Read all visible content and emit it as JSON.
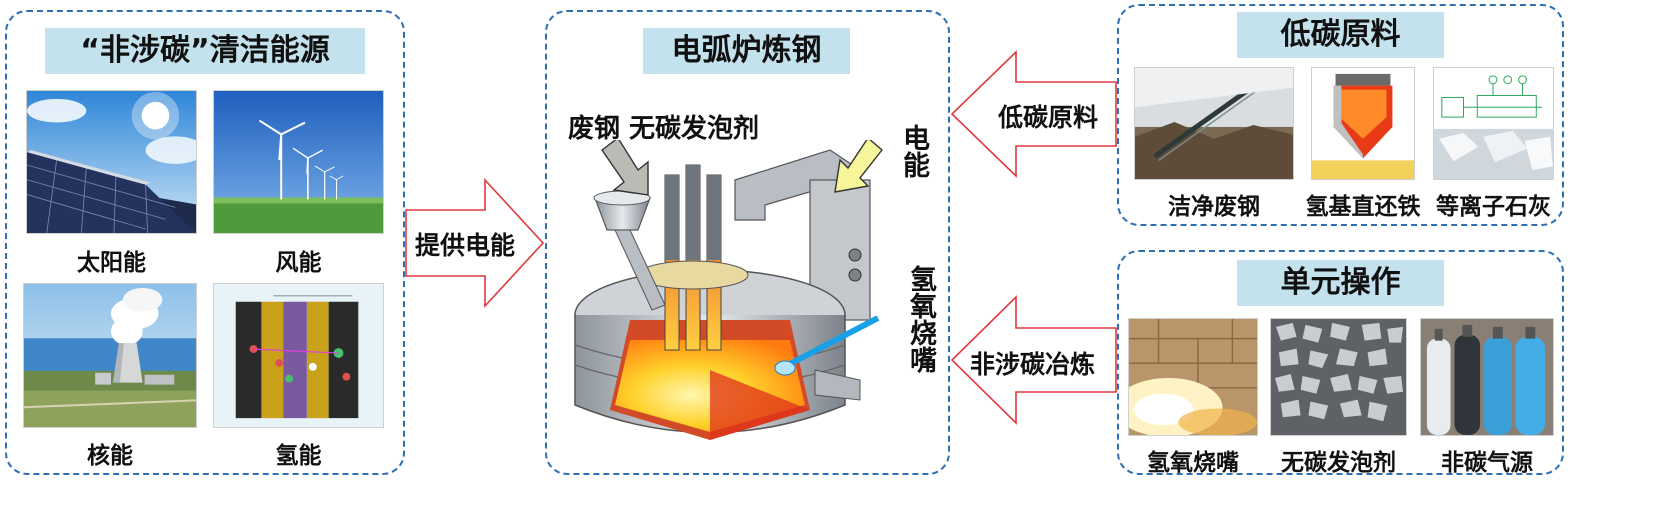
{
  "left_panel": {
    "title": "“非涉碳”清洁能源",
    "items": [
      {
        "label": "太阳能",
        "icon": "solar-panel-icon"
      },
      {
        "label": "风能",
        "icon": "wind-turbine-icon"
      },
      {
        "label": "核能",
        "icon": "nuclear-plant-icon"
      },
      {
        "label": "氢能",
        "icon": "hydrogen-cell-icon"
      }
    ]
  },
  "arrow_left": {
    "label": "提供电能"
  },
  "center_panel": {
    "title": "电弧炉炼钢",
    "input_label": "废钢 无碳发泡剂",
    "power_label": "电能",
    "burner_label": "氢氧烧嘴"
  },
  "arrow_top_right": {
    "label": "低碳原料"
  },
  "arrow_bottom_right": {
    "label": "非涉碳冶炼"
  },
  "right_top_panel": {
    "title": "低碳原料",
    "items": [
      {
        "label": "洁净废钢"
      },
      {
        "label": "氢基直还铁"
      },
      {
        "label": "等离子石灰"
      }
    ]
  },
  "right_bottom_panel": {
    "title": "单元操作",
    "items": [
      {
        "label": "氢氧烧嘴"
      },
      {
        "label": "无碳发泡剂"
      },
      {
        "label": "非碳气源"
      }
    ]
  },
  "colors": {
    "panel_border": "#2e6fb4",
    "title_bg": "#c4e2ee",
    "arrow_stroke": "#e0383e",
    "yellow_arrow": "#f7f59a"
  }
}
